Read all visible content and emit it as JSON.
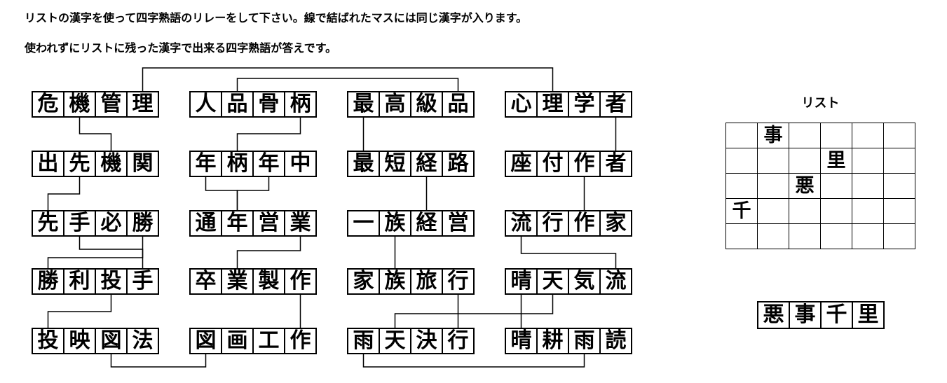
{
  "instructions": {
    "line1": "リストの漢字を使って四字熟語のリレーをして下さい。線で結ばれたマスには同じ漢字が入ります。",
    "line2": "使われずにリストに残った漢字で出来る四字熟語が答えです。"
  },
  "puzzle": {
    "idioms": [
      {
        "text": "危機管理",
        "col": 0,
        "row": 0
      },
      {
        "text": "出先機関",
        "col": 0,
        "row": 1
      },
      {
        "text": "先手必勝",
        "col": 0,
        "row": 2
      },
      {
        "text": "勝利投手",
        "col": 0,
        "row": 3
      },
      {
        "text": "投映図法",
        "col": 0,
        "row": 4
      },
      {
        "text": "人品骨柄",
        "col": 1,
        "row": 0
      },
      {
        "text": "年柄年中",
        "col": 1,
        "row": 1
      },
      {
        "text": "通年営業",
        "col": 1,
        "row": 2
      },
      {
        "text": "卒業製作",
        "col": 1,
        "row": 3
      },
      {
        "text": "図画工作",
        "col": 1,
        "row": 4
      },
      {
        "text": "最高級品",
        "col": 2,
        "row": 0
      },
      {
        "text": "最短経路",
        "col": 2,
        "row": 1
      },
      {
        "text": "一族経営",
        "col": 2,
        "row": 2
      },
      {
        "text": "家族旅行",
        "col": 2,
        "row": 3
      },
      {
        "text": "雨天決行",
        "col": 2,
        "row": 4
      },
      {
        "text": "心理学者",
        "col": 3,
        "row": 0
      },
      {
        "text": "座付作者",
        "col": 3,
        "row": 1
      },
      {
        "text": "流行作家",
        "col": 3,
        "row": 2
      },
      {
        "text": "晴天気流",
        "col": 3,
        "row": 3
      },
      {
        "text": "晴耕雨読",
        "col": 3,
        "row": 4
      }
    ],
    "connections": [
      {
        "kanji": "理",
        "a": {
          "idiom": 0,
          "cell": 3,
          "side": "top"
        },
        "b": {
          "idiom": 15,
          "cell": 1,
          "side": "top"
        },
        "channel": 97
      },
      {
        "kanji": "品",
        "a": {
          "idiom": 5,
          "cell": 1,
          "side": "top"
        },
        "b": {
          "idiom": 10,
          "cell": 3,
          "side": "top"
        },
        "channel": 112
      },
      {
        "kanji": "機",
        "a": {
          "idiom": 0,
          "cell": 1,
          "side": "bottom"
        },
        "b": {
          "idiom": 1,
          "cell": 2,
          "side": "top"
        },
        "channel": 191
      },
      {
        "kanji": "先",
        "a": {
          "idiom": 1,
          "cell": 1,
          "side": "bottom"
        },
        "b": {
          "idiom": 2,
          "cell": 0,
          "side": "top"
        },
        "channel": 277
      },
      {
        "kanji": "手",
        "a": {
          "idiom": 2,
          "cell": 1,
          "side": "bottom"
        },
        "b": {
          "idiom": 3,
          "cell": 3,
          "side": "top"
        },
        "channel": 356
      },
      {
        "kanji": "勝",
        "a": {
          "idiom": 2,
          "cell": 3,
          "side": "bottom"
        },
        "b": {
          "idiom": 3,
          "cell": 0,
          "side": "top"
        },
        "channel": 368
      },
      {
        "kanji": "投",
        "a": {
          "idiom": 3,
          "cell": 2,
          "side": "bottom"
        },
        "b": {
          "idiom": 4,
          "cell": 0,
          "side": "top"
        },
        "channel": 445
      },
      {
        "kanji": "図",
        "a": {
          "idiom": 4,
          "cell": 2,
          "side": "bottom"
        },
        "b": {
          "idiom": 9,
          "cell": 0,
          "side": "bottom"
        },
        "channel": 524
      },
      {
        "kanji": "柄",
        "a": {
          "idiom": 5,
          "cell": 3,
          "side": "bottom"
        },
        "b": {
          "idiom": 6,
          "cell": 1,
          "side": "top"
        },
        "channel": 191
      },
      {
        "kanji": "年",
        "a": {
          "idiom": 6,
          "cell": 0,
          "side": "bottom"
        },
        "b": {
          "idiom": 7,
          "cell": 1,
          "side": "top"
        },
        "channel": 272
      },
      {
        "kanji": "年",
        "a": {
          "idiom": 6,
          "cell": 2,
          "side": "bottom"
        },
        "b": {
          "idiom": 7,
          "cell": 1,
          "side": "top"
        },
        "channel": 272
      },
      {
        "kanji": "業",
        "a": {
          "idiom": 7,
          "cell": 3,
          "side": "bottom"
        },
        "b": {
          "idiom": 8,
          "cell": 1,
          "side": "top"
        },
        "channel": 358
      },
      {
        "kanji": "作",
        "a": {
          "idiom": 8,
          "cell": 3,
          "side": "bottom"
        },
        "b": {
          "idiom": 9,
          "cell": 3,
          "side": "top"
        },
        "channel": 445
      },
      {
        "kanji": "最",
        "a": {
          "idiom": 10,
          "cell": 0,
          "side": "bottom"
        },
        "b": {
          "idiom": 11,
          "cell": 0,
          "side": "top"
        },
        "channel": 191
      },
      {
        "kanji": "経",
        "a": {
          "idiom": 11,
          "cell": 2,
          "side": "bottom"
        },
        "b": {
          "idiom": 12,
          "cell": 2,
          "side": "top"
        },
        "channel": 277
      },
      {
        "kanji": "族",
        "a": {
          "idiom": 12,
          "cell": 1,
          "side": "bottom"
        },
        "b": {
          "idiom": 13,
          "cell": 1,
          "side": "top"
        },
        "channel": 358
      },
      {
        "kanji": "行",
        "a": {
          "idiom": 13,
          "cell": 3,
          "side": "bottom"
        },
        "b": {
          "idiom": 14,
          "cell": 3,
          "side": "top"
        },
        "channel": 445
      },
      {
        "kanji": "雨",
        "a": {
          "idiom": 14,
          "cell": 0,
          "side": "bottom"
        },
        "b": {
          "idiom": 19,
          "cell": 2,
          "side": "bottom"
        },
        "channel": 524
      },
      {
        "kanji": "晴",
        "a": {
          "idiom": 18,
          "cell": 0,
          "side": "bottom"
        },
        "b": {
          "idiom": 19,
          "cell": 0,
          "side": "top"
        },
        "channel": 445
      },
      {
        "kanji": "天",
        "a": {
          "idiom": 18,
          "cell": 1,
          "side": "bottom"
        },
        "b": {
          "idiom": 14,
          "cell": 1,
          "side": "top"
        },
        "channel": 448
      },
      {
        "kanji": "流",
        "a": {
          "idiom": 17,
          "cell": 0,
          "side": "bottom"
        },
        "b": {
          "idiom": 18,
          "cell": 3,
          "side": "top"
        },
        "channel": 362
      },
      {
        "kanji": "作",
        "a": {
          "idiom": 16,
          "cell": 2,
          "side": "bottom"
        },
        "b": {
          "idiom": 17,
          "cell": 2,
          "side": "top"
        },
        "channel": 277
      },
      {
        "kanji": "者",
        "a": {
          "idiom": 15,
          "cell": 3,
          "side": "bottom"
        },
        "b": {
          "idiom": 16,
          "cell": 3,
          "side": "top"
        },
        "channel": 191
      }
    ]
  },
  "list_panel": {
    "title": "リスト",
    "rows": [
      [
        "",
        "事",
        "",
        "",
        "",
        ""
      ],
      [
        "",
        "",
        "",
        "里",
        "",
        ""
      ],
      [
        "",
        "",
        "悪",
        "",
        "",
        ""
      ],
      [
        "千",
        "",
        "",
        "",
        "",
        ""
      ],
      [
        "",
        "",
        "",
        "",
        "",
        ""
      ]
    ]
  },
  "answer": {
    "text": "悪事千里"
  }
}
